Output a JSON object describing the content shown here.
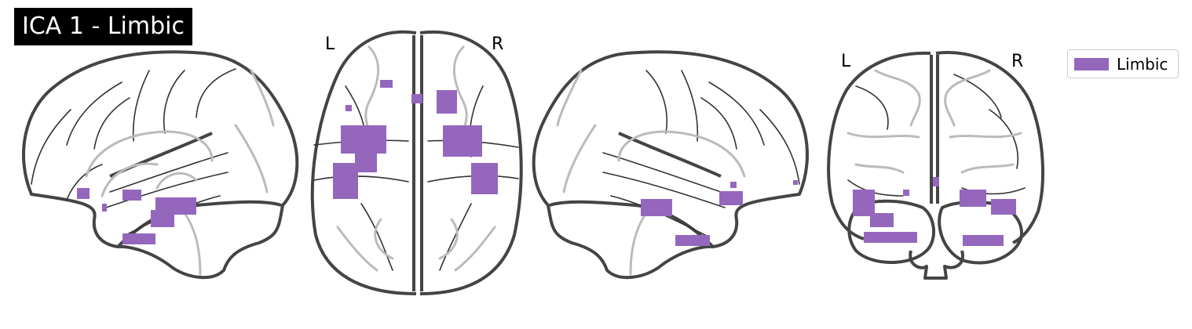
{
  "title": "ICA 1 - Limbic",
  "views": {
    "axial": {
      "left_label": "L",
      "right_label": "R"
    },
    "coronal": {
      "left_label": "L",
      "right_label": "R"
    }
  },
  "legend": {
    "label": "Limbic",
    "color": "#9467bd"
  },
  "colors": {
    "blob": "#9467bd",
    "outline": "#444444",
    "title_bg": "#000000",
    "title_fg": "#ffffff"
  }
}
